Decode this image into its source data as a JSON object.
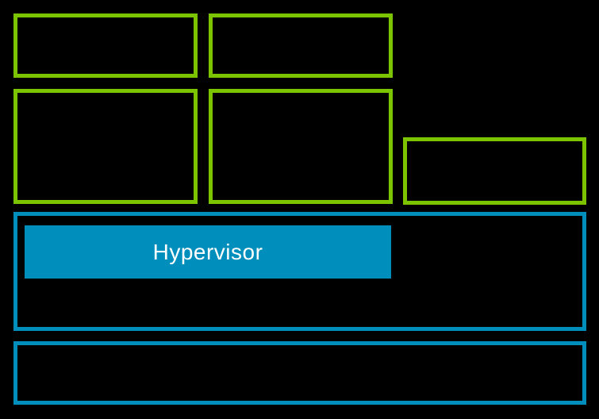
{
  "diagram": {
    "background_color": "#000000",
    "accent_green": "#7cc400",
    "accent_blue": "#008fbc",
    "text_color": "#ffffff",
    "green_outline_boxes": [
      {
        "position": "top-left",
        "label": ""
      },
      {
        "position": "top-right",
        "label": ""
      },
      {
        "position": "middle-left",
        "label": ""
      },
      {
        "position": "middle-right",
        "label": ""
      },
      {
        "position": "right",
        "label": ""
      }
    ],
    "hypervisor_layer": {
      "bar_label": "Hypervisor"
    },
    "bottom_layer": {
      "label": ""
    }
  }
}
